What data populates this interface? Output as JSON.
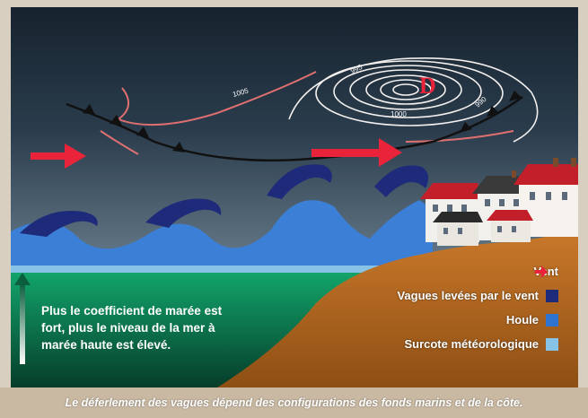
{
  "illustration": {
    "low_pressure_mark": "D",
    "isobar_labels": [
      "1005",
      "1000",
      "995",
      "990"
    ]
  },
  "legend": {
    "items": [
      {
        "label": "Vent",
        "symbol": "red-arrow-icon",
        "color": "#e8233a"
      },
      {
        "label": "Vagues levées par le vent",
        "symbol": "swatch",
        "color": "#1e2a7a"
      },
      {
        "label": "Houle",
        "symbol": "swatch",
        "color": "#2f73d0"
      },
      {
        "label": "Surcote météorologique",
        "symbol": "swatch",
        "color": "#86c3e6"
      }
    ]
  },
  "tide_note": "Plus le coefficient de marée est fort, plus le niveau de la mer à marée haute est élevé.",
  "caption": "Le déferlement des vagues dépend des configurations des fonds marins et de la côte.",
  "colors": {
    "sky_dark": "#1f2d3a",
    "sea_green": "#0f8a5a",
    "ground_brown": "#b8691e",
    "wind_arrow": "#e8233a"
  }
}
